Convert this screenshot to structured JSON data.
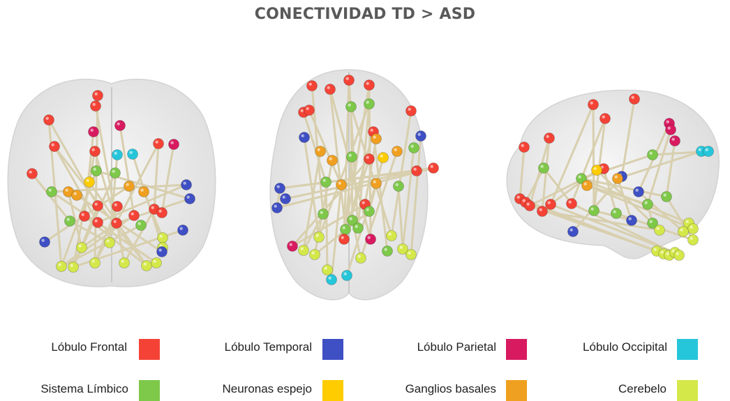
{
  "title": "CONECTIVIDAD TD > ASD",
  "colors": {
    "frontal": "#f44336",
    "temporal": "#3f4fc4",
    "parietal": "#d81b60",
    "occipital": "#26c6da",
    "limbico": "#7ec84a",
    "espejo": "#ffcc00",
    "basales": "#f0a020",
    "cerebelo": "#d4e84a"
  },
  "legend": {
    "frontal": "Lóbulo Frontal",
    "temporal": "Lóbulo Temporal",
    "parietal": "Lóbulo Parietal",
    "occipital": "Lóbulo Occipital",
    "limbico": "Sistema Límbico",
    "espejo": "Neuronas espejo",
    "basales": "Ganglios basales",
    "cerebelo": "Cerebelo"
  }
}
